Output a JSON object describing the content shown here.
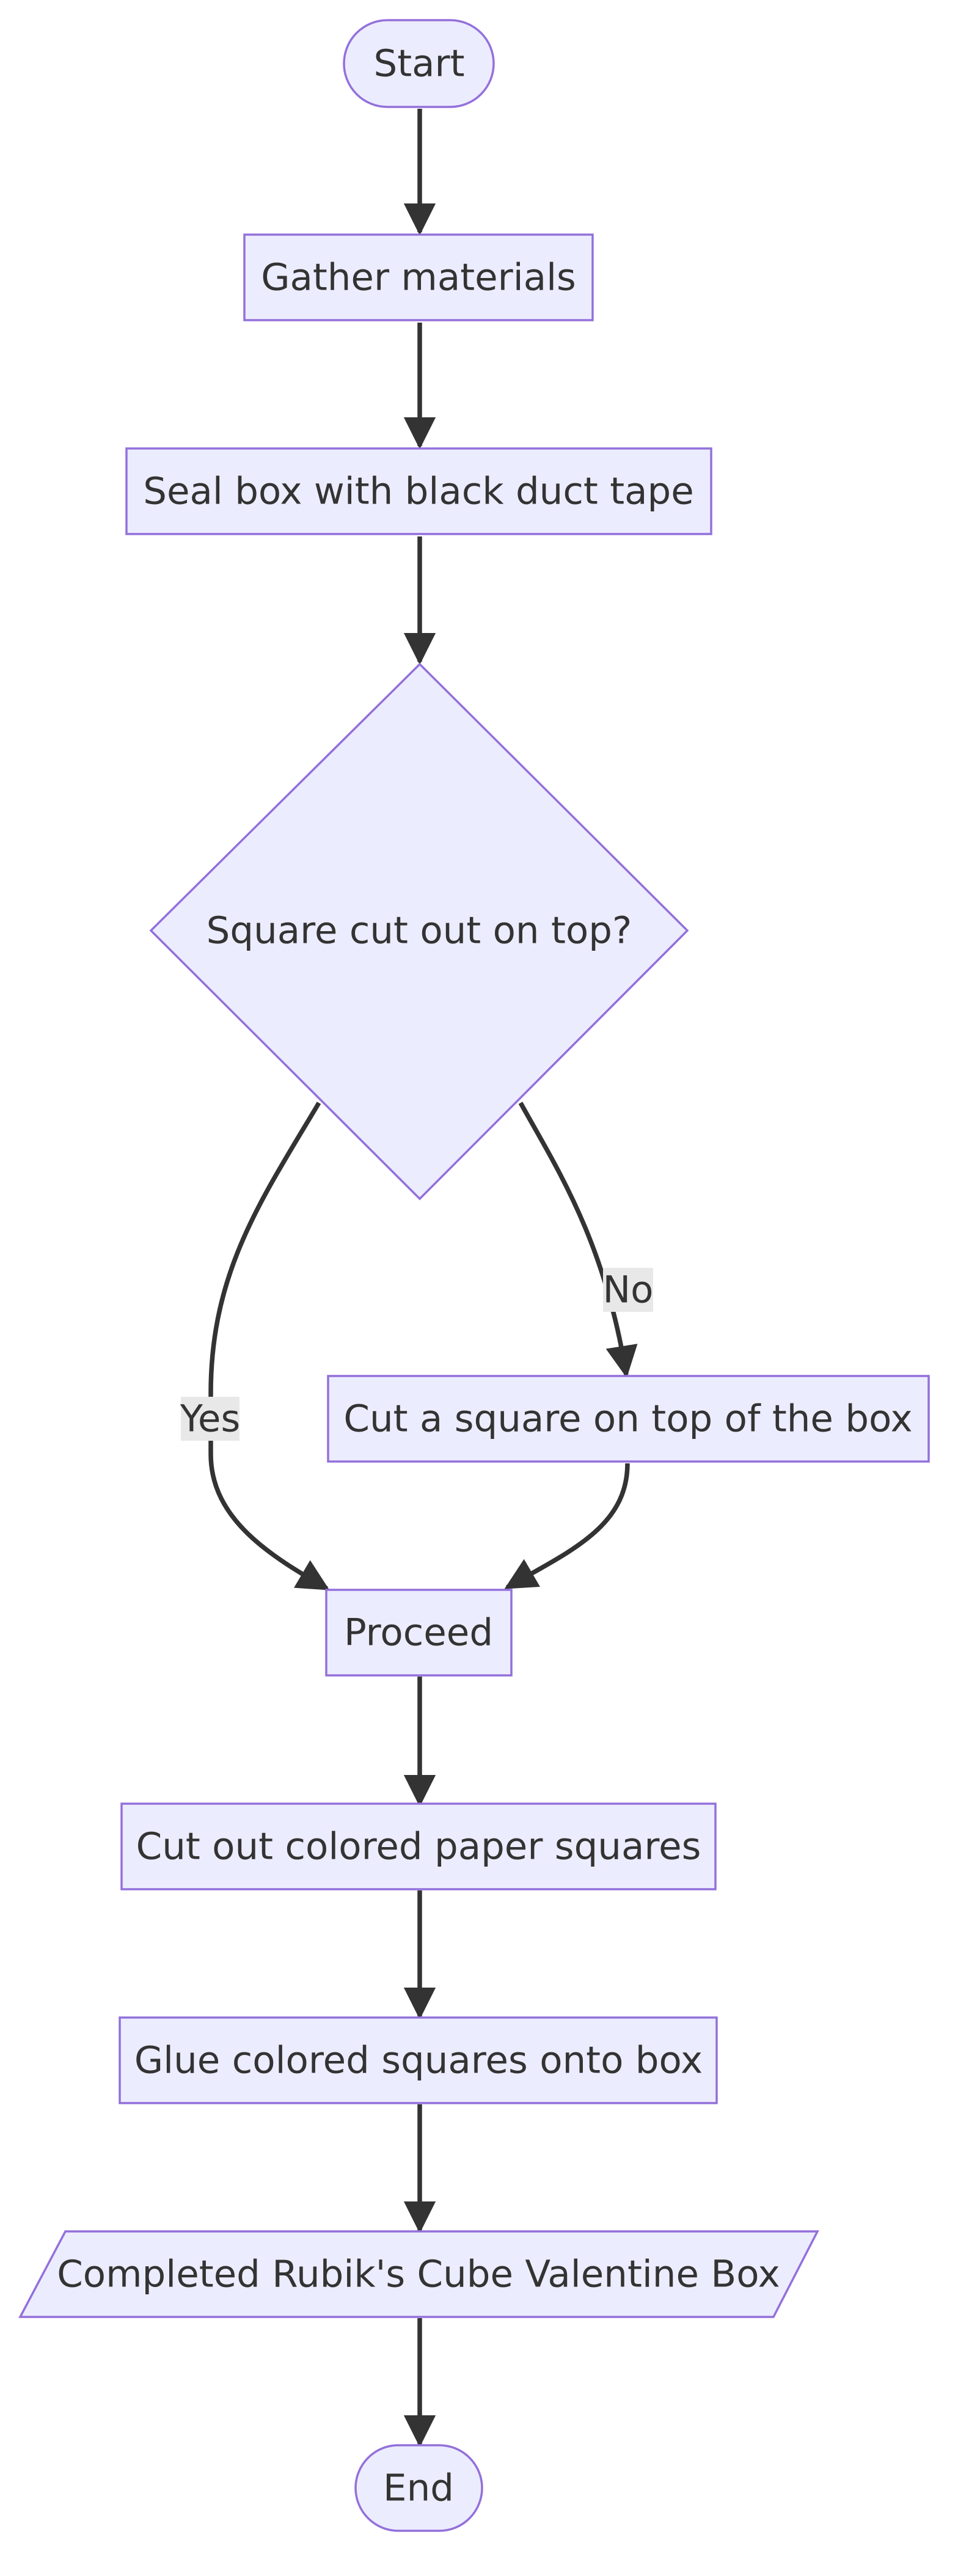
{
  "diagram": {
    "nodes": {
      "start": "Start",
      "gather": "Gather materials",
      "seal": "Seal box with black duct tape",
      "decision": "Square cut out on top?",
      "cut_square": "Cut a square on top of the box",
      "proceed": "Proceed",
      "cut_paper": "Cut out colored paper squares",
      "glue": "Glue colored squares onto box",
      "completed": "Completed Rubik's Cube Valentine Box",
      "end": "End"
    },
    "edge_labels": {
      "yes": "Yes",
      "no": "No"
    },
    "colors": {
      "node_fill": "#ECECFF",
      "node_stroke": "#9370DB",
      "edge": "#333333",
      "text": "#333333",
      "edge_label_bg": "#e8e8e8"
    }
  }
}
